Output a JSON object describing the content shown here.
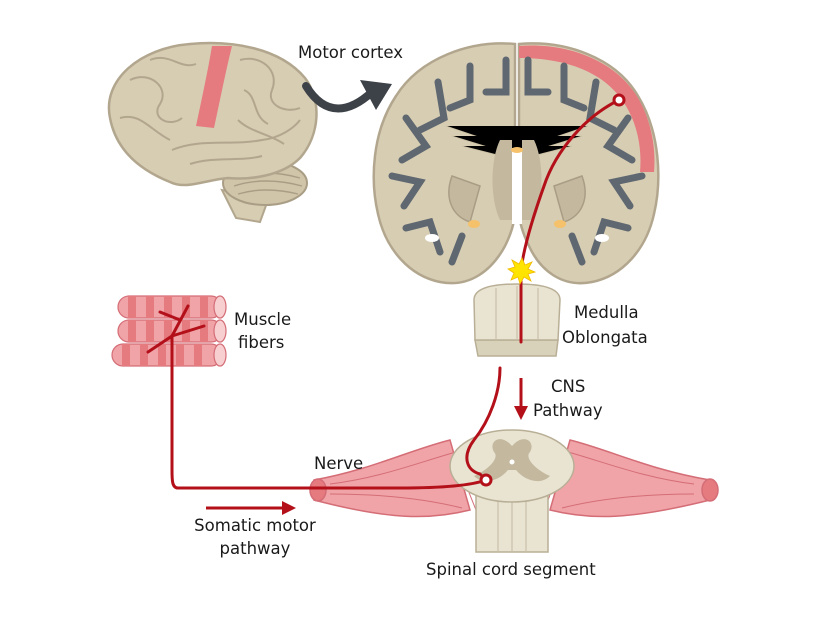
{
  "labels": {
    "motor_cortex": "Motor cortex",
    "medulla_line1": "Medulla",
    "medulla_line2": "Oblongata",
    "muscle_line1": "Muscle",
    "muscle_line2": "fibers",
    "cns_line1": "CNS",
    "cns_line2": "Pathway",
    "nerve": "Nerve",
    "somatic_line1": "Somatic motor",
    "somatic_line2": "pathway",
    "spinal_cord": "Spinal cord segment"
  },
  "colors": {
    "tissue": "#d7cdb3",
    "tissue_outline": "#b2a78e",
    "cortex_gray": "#5f6870",
    "motor_highlight": "#e57a7f",
    "pathway": "#b3101a",
    "muscle": "#f0a4a8",
    "muscle_dark": "#d46d76",
    "arrow_gray": "#3d4248",
    "impulse": "#ffe400"
  }
}
